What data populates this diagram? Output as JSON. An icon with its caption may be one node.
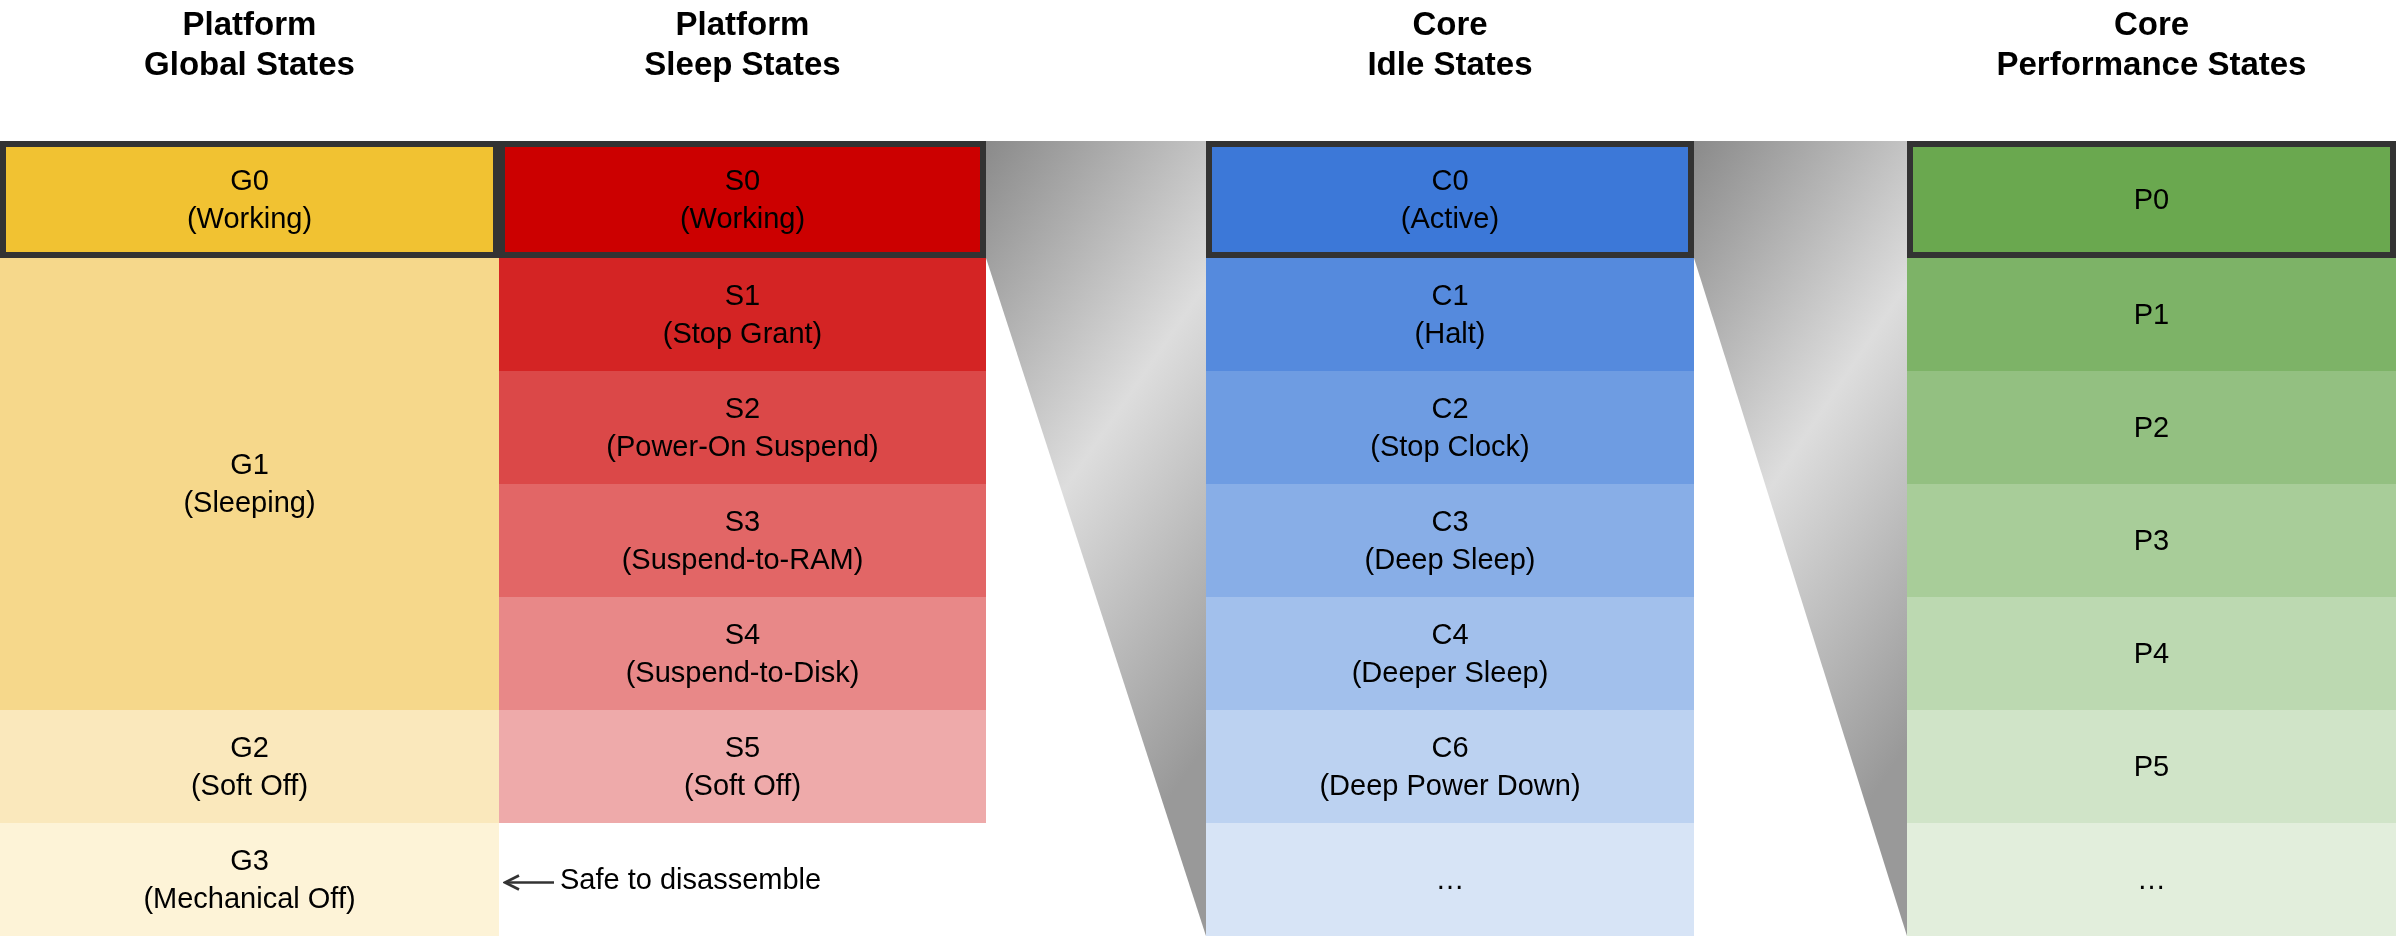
{
  "diagram": {
    "nodes": [
      {
        "text": [
          "G0 (Working)"
        ]
      },
      {
        "text": [
          "G1 (Sleeping)"
        ]
      },
      {
        "text": [
          "G2 (Soft Off)"
        ]
      },
      {
        "text": [
          "G3 (Mechanical Off)"
        ]
      },
      {
        "text": [
          "S0 (Working)"
        ]
      },
      {
        "text": [
          "S1 (Stop Grant)"
        ]
      },
      {
        "text": [
          "S2 (Power-On Suspend)"
        ]
      },
      {
        "text": [
          "S3 (Suspend-to-RAM)"
        ]
      },
      {
        "text": [
          "S4 (Suspend-to-Disk)"
        ]
      },
      {
        "text": [
          "S5 (Soft Off)"
        ]
      },
      {
        "text": [
          "C0 (Active)"
        ]
      },
      {
        "text": [
          "C1 (Halt)"
        ]
      },
      {
        "text": [
          "C2 (Stop Clock)"
        ]
      },
      {
        "text": [
          "C3 (Deep Sleep)"
        ]
      },
      {
        "text": [
          "C4 (Deeper Sleep)"
        ]
      },
      {
        "text": [
          "C6 (Deep Power Down)"
        ]
      },
      {
        "text": [
          "…"
        ]
      },
      {
        "text": [
          "P0"
        ]
      },
      {
        "text": [
          "P1"
        ]
      },
      {
        "text": [
          "P2"
        ]
      },
      {
        "text": [
          "P3"
        ]
      },
      {
        "text": [
          "P4"
        ]
      },
      {
        "text": [
          "P5"
        ]
      },
      {
        "text": [
          "…"
        ]
      },
      {
        "text": [
          "Safe to disassemble"
        ]
      },
      {
        "text": [],
        "shape": "trapezoid"
      },
      {
        "text": [],
        "shape": "trapezoid"
      }
    ],
    "edges": [
      {
        "from": 24,
        "to": 3,
        "arrow": "to"
      }
    ],
    "labels": [
      "Platform Global States",
      "Platform Sleep States",
      "Core Idle States",
      "Core Performance States"
    ]
  }
}
